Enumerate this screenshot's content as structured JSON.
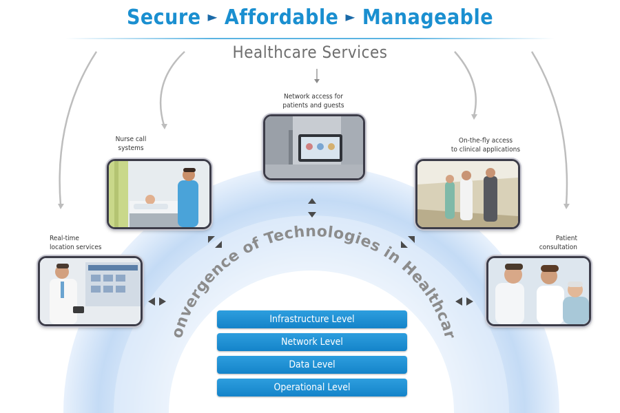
{
  "header": {
    "steps": [
      "Secure",
      "Affordable",
      "Manageable"
    ],
    "subtitle": "Healthcare Services"
  },
  "arc_label": "Convergence of Technologies in Healthcare",
  "services": [
    {
      "key": "rtls",
      "line1": "Real-time",
      "line2": "location services"
    },
    {
      "key": "nurse",
      "line1": "Nurse call",
      "line2": "systems"
    },
    {
      "key": "network",
      "line1": "Network access for",
      "line2": "patients and guests"
    },
    {
      "key": "clinical",
      "line1": "On-the-fly access",
      "line2": "to clinical applications"
    },
    {
      "key": "consult",
      "line1": "Patient",
      "line2": "consultation"
    }
  ],
  "levels": [
    "Infrastructure Level",
    "Network Level",
    "Data Level",
    "Operational Level"
  ],
  "colors": {
    "accent": "#1a8fd0",
    "level_bar": "#1a8fd0",
    "arc": "#cfe2f7",
    "text_gray": "#6e6e6e"
  }
}
